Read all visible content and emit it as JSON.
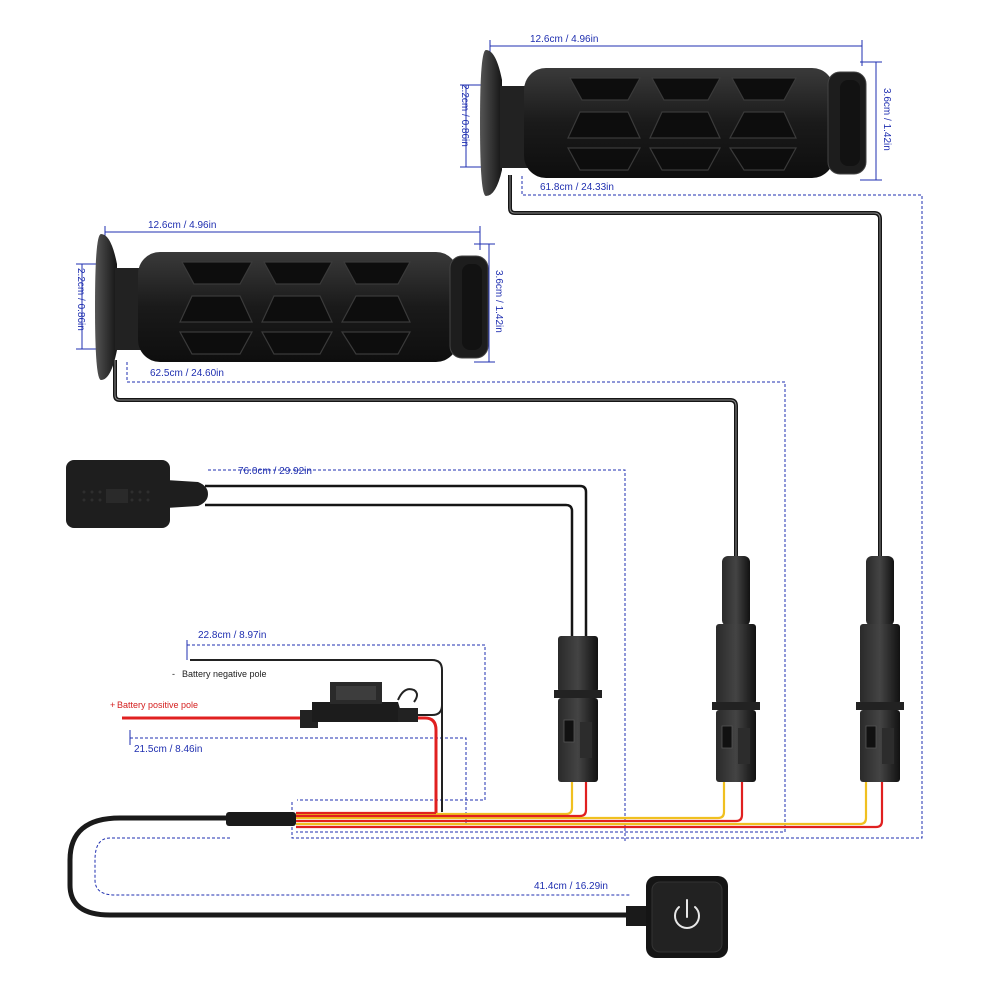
{
  "dimensions": {
    "grip1_length": "12.6cm / 4.96in",
    "grip1_inner_dia": "2.2cm / 0.86in",
    "grip1_outer_dia": "3.6cm / 1.42in",
    "grip1_cable": "61.8cm / 24.33in",
    "grip2_length": "12.6cm / 4.96in",
    "grip2_inner_dia": "2.2cm / 0.86in",
    "grip2_outer_dia": "3.6cm / 1.42in",
    "grip2_cable": "62.5cm / 24.60in",
    "sensor_cable": "76.0cm / 29.92in",
    "negative_cable": "22.8cm / 8.97in",
    "positive_cable": "21.5cm / 8.46in",
    "switch_cable": "41.4cm / 16.29in"
  },
  "labels": {
    "negative_pole": "Battery negative pole",
    "negative_sign": "-",
    "positive_pole": "Battery positive pole",
    "positive_sign": "+"
  },
  "colors": {
    "dimension_line": "#1f2fb0",
    "wire_red": "#e02020",
    "wire_yellow": "#f0c020",
    "grip_body": "#1c1c1c"
  },
  "icons": {
    "switch": "power-icon"
  }
}
